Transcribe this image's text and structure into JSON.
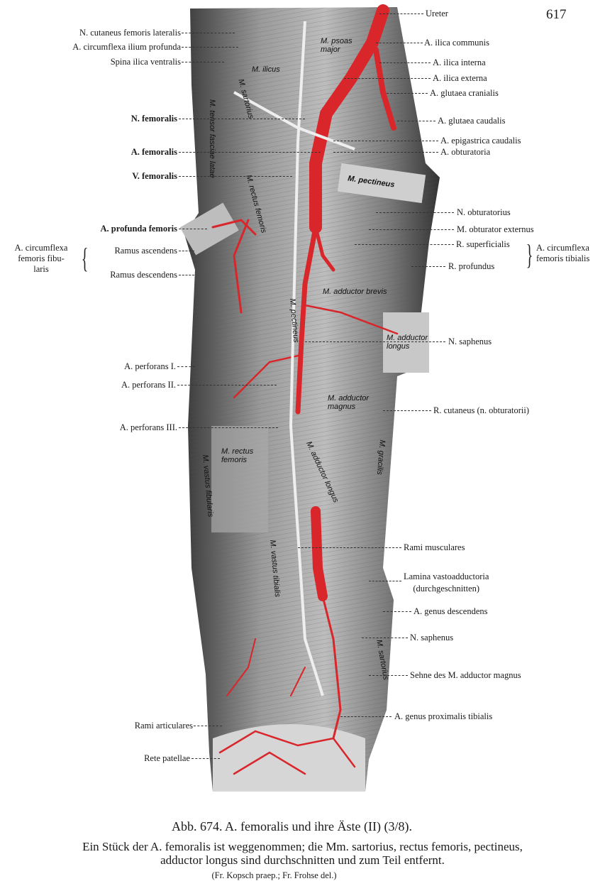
{
  "page_number": "617",
  "left_labels": {
    "n_cut_fem_lat": "N. cutaneus femoris lateralis",
    "a_circ_ilium": "A. circumflexa ilium profunda",
    "spina": "Spina ilica ventralis",
    "n_femoralis": "N. femoralis",
    "a_femoralis": "A. femoralis",
    "v_femoralis": "V. femoralis",
    "a_profunda": "A. profunda femoris",
    "group_title_1": "A. circumflexa",
    "group_title_2": "femoris fibu-",
    "group_title_3": "laris",
    "ramus_asc": "Ramus ascendens",
    "ramus_desc": "Ramus descendens",
    "perf1": "A. perforans I.",
    "perf2": "A. perforans II.",
    "perf3": "A. perforans III.",
    "rami_art": "Rami articulares",
    "rete": "Rete patellae"
  },
  "right_labels": {
    "ureter": "Ureter",
    "ilica_comm": "A. ilica communis",
    "ilica_int": "A. ilica interna",
    "ilica_ext": "A. ilica externa",
    "glut_cran": "A. glutaea cranialis",
    "glut_caud": "A. glutaea caudalis",
    "epigastrica": "A. epigastrica caudalis",
    "obturatoria": "A. obturatoria",
    "n_obturatorius": "N. obturatorius",
    "m_obt_ext": "M. obturator externus",
    "r_superf": "R. superficialis",
    "r_prof": "R. profundus",
    "group_title_1": "A. circumflexa",
    "group_title_2": "femoris tibialis",
    "n_saphenus1": "N. saphenus",
    "r_cutaneus": "R. cutaneus (n. obturatorii)",
    "rami_musc": "Rami musculares",
    "lamina_1": "Lamina vastoadductoria",
    "lamina_2": "(durchgeschnitten)",
    "genus_desc": "A. genus descendens",
    "n_saphenus2": "N. saphenus",
    "sehne": "Sehne des M. adductor magnus",
    "genus_prox": "A. genus proximalis tibialis"
  },
  "figure_labels": {
    "psoas": "M. psoas major",
    "iliacus": "M. ilicus",
    "sartorius": "M. sartorius",
    "tensor": "M. tensor fasciae latae",
    "rectus1": "M. rectus femoris",
    "pectineus": "M. pectineus",
    "add_brevis": "M. adductor brevis",
    "pectineus2": "M. pectineus",
    "add_longus": "M. adductor longus",
    "add_magnus": "M. adductor magnus",
    "add_longus2": "M. adductor longus",
    "gracilis": "M. gracilis",
    "rectus2": "M. rectus femoris",
    "vastus_fib": "M. vastus fibularis",
    "vastus_tib": "M. vastus tibialis",
    "sartorius2": "M. sartorius"
  },
  "caption": {
    "line1": "Abb. 674. A. femoralis und ihre Äste (II) (3/8).",
    "line2": "Ein Stück der A. femoralis ist weggenommen; die Mm. sartorius, rectus femoris, pectineus,",
    "line3": "adductor longus sind durchschnitten und zum Teil entfernt.",
    "line4": "(Fr. Kopsch praep.; Fr. Frohse del.)"
  },
  "colors": {
    "artery": "#d8262b",
    "muscle": "#8a8a8a"
  }
}
